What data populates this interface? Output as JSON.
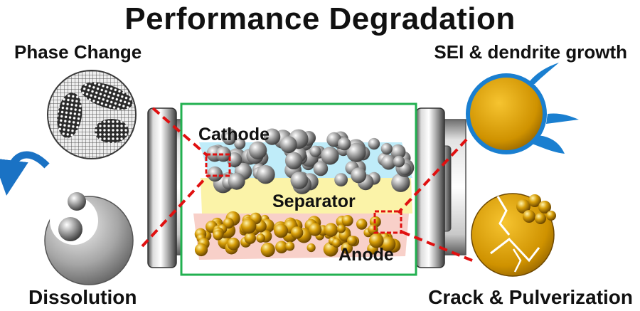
{
  "title": "Performance Degradation",
  "mechanisms": {
    "phase_change": "Phase Change",
    "sei_dendrite": "SEI & dendrite growth",
    "dissolution": "Dissolution",
    "crack": "Crack & Pulverization"
  },
  "cell": {
    "cathode": "Cathode",
    "separator": "Separator",
    "anode": "Anode"
  },
  "colors": {
    "frame": "#22b050",
    "highlight": "#e01010",
    "cathode_bg": "#b8eaf8",
    "separator": "#fbf3a8",
    "anode_bg": "#f7c8c0",
    "gold": "#d59a00",
    "sei_blue": "#1a7fd0",
    "arrow_blue": "#1a72c4"
  },
  "icons": [
    "curved-arrow-icon"
  ]
}
